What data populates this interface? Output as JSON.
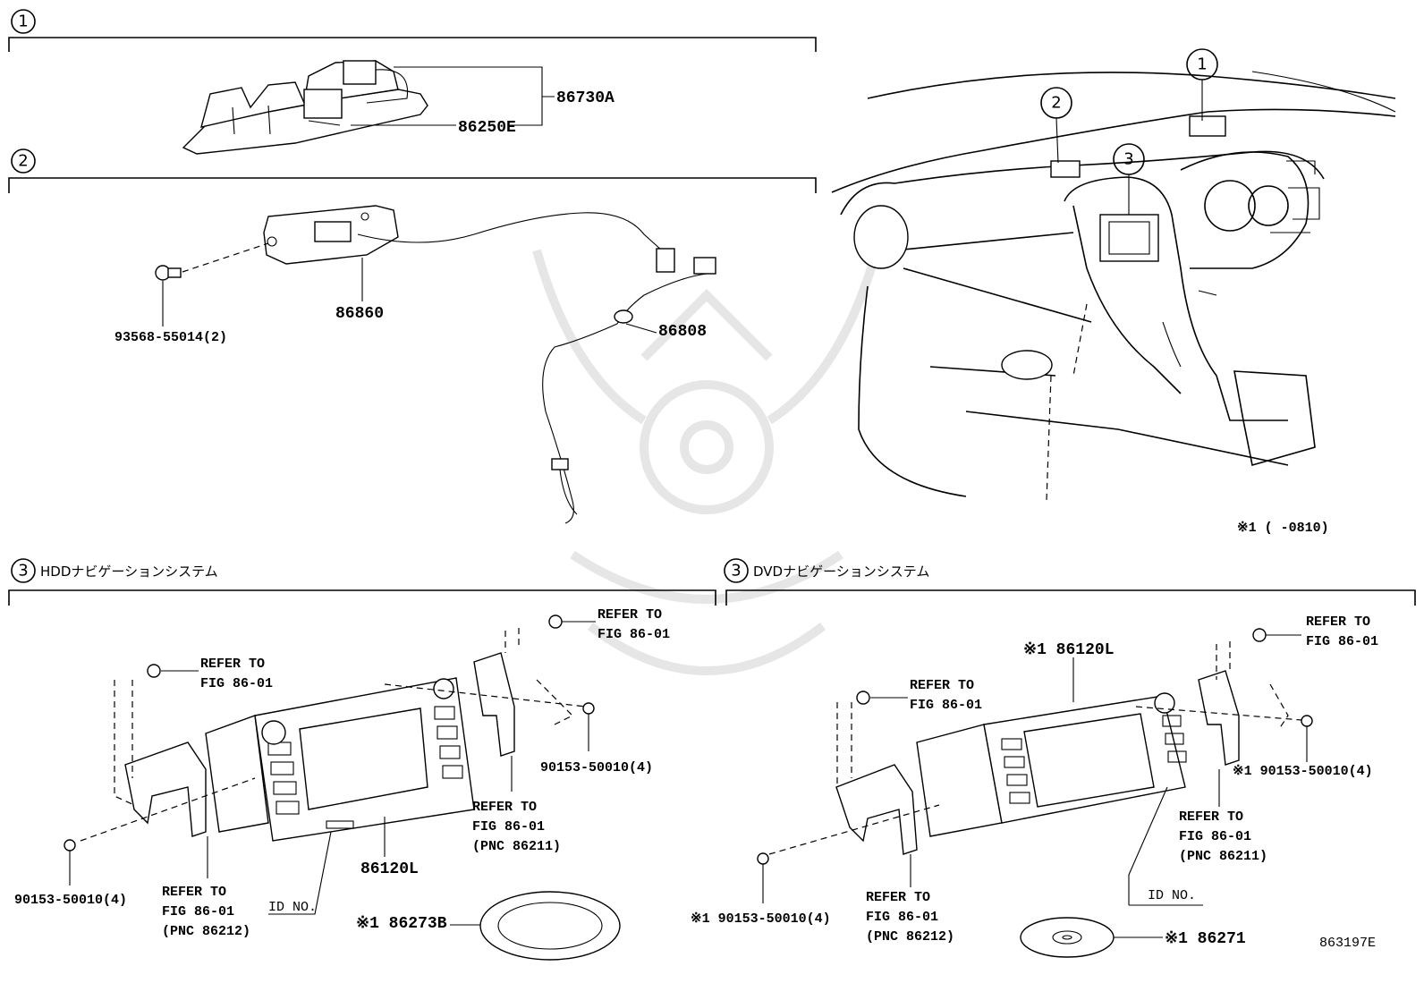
{
  "diagram_id": "863197E",
  "note": "※1 (      -0810)",
  "sections": {
    "s1": {
      "num": "1"
    },
    "s2": {
      "num": "2"
    },
    "s3a": {
      "num": "3",
      "title": "HDDナビゲーションシステム"
    },
    "s3b": {
      "num": "3",
      "title": "DVDナビゲーションシステム"
    }
  },
  "callouts": {
    "c1": "1",
    "c2": "2",
    "c3": "3"
  },
  "labels": {
    "p86730A": "86730A",
    "p86250E": "86250E",
    "p86860": "86860",
    "p93568": "93568-55014(2)",
    "p86808": "86808",
    "a_ref_top_1": "REFER TO",
    "a_ref_top_2": "FIG 86-01",
    "a_ref_left_1": "REFER TO",
    "a_ref_left_2": "FIG 86-01",
    "a_90153_r": "90153-50010(4)",
    "a_ref_mid_1": "REFER TO",
    "a_ref_mid_2": "FIG 86-01",
    "a_ref_mid_3": "(PNC 86211)",
    "a_90153_l": "90153-50010(4)",
    "a_ref_bot_1": "REFER TO",
    "a_ref_bot_2": "FIG 86-01",
    "a_ref_bot_3": "(PNC 86212)",
    "a_86120L": "86120L",
    "a_idno": "ID NO.",
    "a_86273B": "※1 86273B",
    "b_86120L": "※1 86120L",
    "b_ref_top_1": "REFER TO",
    "b_ref_top_2": "FIG 86-01",
    "b_ref_left_1": "REFER TO",
    "b_ref_left_2": "FIG 86-01",
    "b_90153_r": "※1 90153-50010(4)",
    "b_ref_mid_1": "REFER TO",
    "b_ref_mid_2": "FIG 86-01",
    "b_ref_mid_3": "(PNC 86211)",
    "b_idno": "ID NO.",
    "b_90153_l": "※1 90153-50010(4)",
    "b_ref_bot_1": "REFER TO",
    "b_ref_bot_2": "FIG 86-01",
    "b_ref_bot_3": "(PNC 86212)",
    "b_86271": "※1 86271"
  }
}
